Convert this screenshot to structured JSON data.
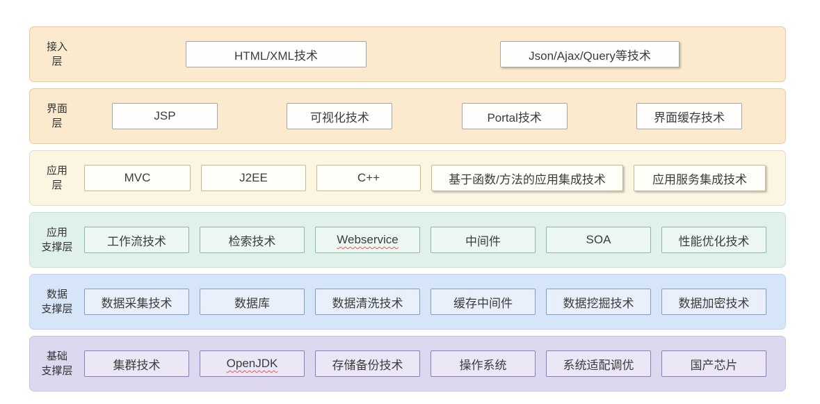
{
  "colors": {
    "access_ui_layer_bg": "#FCEACF",
    "access_ui_layer_border": "#F0C793",
    "application_layer_bg": "#FBF5E2",
    "app_support_layer_bg": "#E0F1E9",
    "data_support_layer_bg": "#D7E5F8",
    "base_support_layer_bg": "#DED7F0",
    "spellcheck_underline": "#E05A4E",
    "text": "#3C3C3C"
  },
  "layers": [
    {
      "label_line1": "接入",
      "label_line2": "层",
      "items": [
        "HTML/XML技术",
        "Json/Ajax/Query等技术"
      ]
    },
    {
      "label_line1": "界面",
      "label_line2": "层",
      "items": [
        "JSP",
        "可视化技术",
        "Portal技术",
        "界面缓存技术"
      ]
    },
    {
      "label_line1": "应用",
      "label_line2": "层",
      "items": [
        "MVC",
        "J2EE",
        "C++",
        "基于函数/方法的应用集成技术",
        "应用服务集成技术"
      ]
    },
    {
      "label_line1": "应用",
      "label_line2": "支撑层",
      "items": [
        "工作流技术",
        "检索技术",
        "Webservice",
        "中间件",
        "SOA",
        "性能优化技术"
      ]
    },
    {
      "label_line1": "数据",
      "label_line2": "支撑层",
      "items": [
        "数据采集技术",
        "数据库",
        "数据清洗技术",
        "缓存中间件",
        "数据挖掘技术",
        "数据加密技术"
      ]
    },
    {
      "label_line1": "基础",
      "label_line2": "支撑层",
      "items": [
        "集群技术",
        "OpenJDK",
        "存储备份技术",
        "操作系统",
        "系统适配调优",
        "国产芯片"
      ]
    }
  ]
}
